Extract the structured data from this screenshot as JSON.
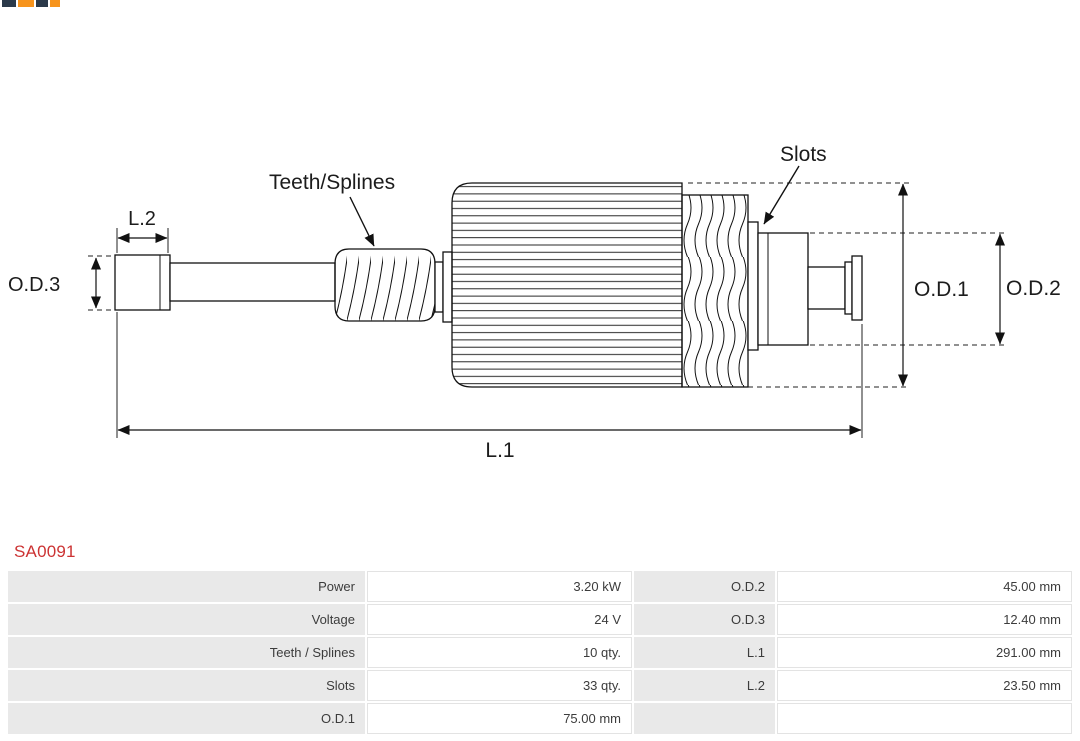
{
  "logo": {
    "alt": "AS-PL logo (cropped)"
  },
  "part_number": "SA0091",
  "colors": {
    "part_number_red": "#cc3333",
    "table_label_bg": "#e9e9e9",
    "table_border": "#e3e3e3",
    "diagram_ink": "#111111",
    "logo_orange": "#f7941d"
  },
  "diagram": {
    "labels": {
      "l1": "L.1",
      "l2": "L.2",
      "od1": "O.D.1",
      "od2": "O.D.2",
      "od3": "O.D.3",
      "teeth_splines": "Teeth/Splines",
      "slots": "Slots"
    }
  },
  "table": {
    "rows": [
      {
        "label1": "Power",
        "value1": "3.20 kW",
        "label2": "O.D.2",
        "value2": "45.00 mm"
      },
      {
        "label1": "Voltage",
        "value1": "24 V",
        "label2": "O.D.3",
        "value2": "12.40 mm"
      },
      {
        "label1": "Teeth / Splines",
        "value1": "10 qty.",
        "label2": "L.1",
        "value2": "291.00 mm"
      },
      {
        "label1": "Slots",
        "value1": "33 qty.",
        "label2": "L.2",
        "value2": "23.50 mm"
      },
      {
        "label1": "O.D.1",
        "value1": "75.00 mm",
        "label2": "",
        "value2": ""
      }
    ]
  }
}
